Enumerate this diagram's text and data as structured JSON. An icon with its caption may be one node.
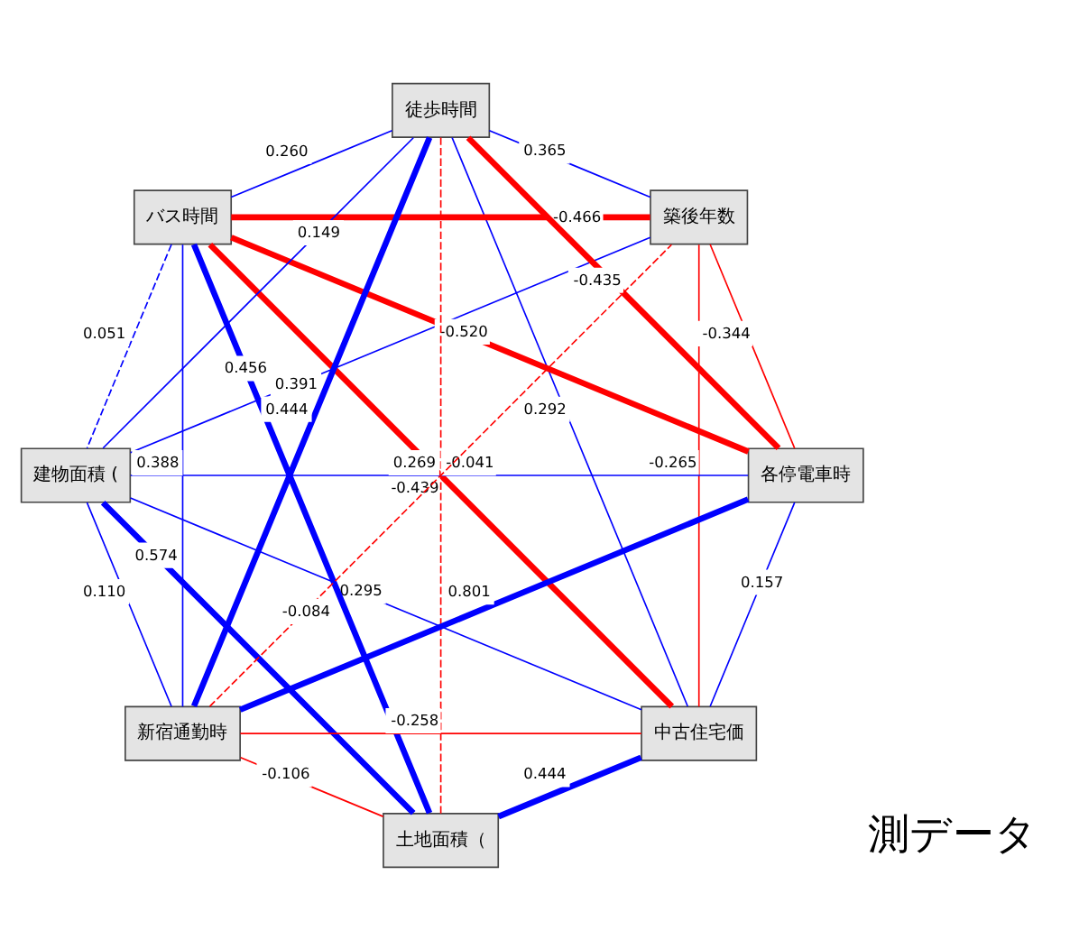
{
  "diagram": {
    "nodes": [
      {
        "text": [
          "中古住宅価"
        ]
      },
      {
        "text": [
          "土地面積（"
        ]
      },
      {
        "text": [
          "建物面積 ("
        ]
      },
      {
        "text": [
          "築後年数"
        ]
      },
      {
        "text": [
          "各停電車時"
        ]
      },
      {
        "text": [
          "バス時間"
        ]
      },
      {
        "text": [
          "徒歩時間"
        ]
      },
      {
        "text": [
          "新宿通勤時"
        ]
      }
    ],
    "edges": [
      {
        "from": 0,
        "to": 1,
        "arrow": "none",
        "label": "0.444",
        "style": "thick",
        "color": "#0000ff"
      },
      {
        "from": 1,
        "to": 2,
        "arrow": "none",
        "label": "0.574",
        "style": "thick",
        "color": "#0000ff"
      },
      {
        "from": 2,
        "to": 3,
        "arrow": "none",
        "label": "0.391",
        "color": "#0000ff"
      },
      {
        "from": 3,
        "to": 4,
        "arrow": "none",
        "label": "-0.344",
        "color": "#ff0000"
      },
      {
        "from": 4,
        "to": 5,
        "arrow": "none",
        "label": "-0.520",
        "style": "thick",
        "color": "#ff0000"
      },
      {
        "from": 5,
        "to": 6,
        "arrow": "none",
        "label": "0.260",
        "color": "#0000ff"
      },
      {
        "from": 6,
        "to": 7,
        "arrow": "none",
        "label": "0.444",
        "style": "thick",
        "color": "#0000ff"
      },
      {
        "from": 7,
        "to": 0,
        "arrow": "none",
        "label": "-0.258",
        "color": "#ff0000"
      },
      {
        "from": 0,
        "to": 6,
        "arrow": "none",
        "label": "0.292",
        "color": "#0000ff"
      },
      {
        "from": 0,
        "to": 5,
        "arrow": "none",
        "label": "-0.439",
        "style": "thick",
        "color": "#ff0000"
      },
      {
        "from": 0,
        "to": 4,
        "arrow": "none",
        "label": "0.157",
        "color": "#0000ff"
      },
      {
        "from": 0,
        "to": 3,
        "arrow": "none",
        "label": "-0.265",
        "color": "#ff0000"
      },
      {
        "from": 0,
        "to": 2,
        "arrow": "none",
        "label": "0.295",
        "color": "#0000ff"
      },
      {
        "from": 7,
        "to": 1,
        "arrow": "none",
        "label": "-0.106",
        "color": "#ff0000"
      },
      {
        "from": 7,
        "to": 2,
        "arrow": "none",
        "label": "0.110",
        "color": "#0000ff"
      },
      {
        "from": 7,
        "to": 3,
        "arrow": "none",
        "label": "-0.084",
        "style": "dashed",
        "color": "#ff0000"
      },
      {
        "from": 7,
        "to": 4,
        "arrow": "none",
        "label": "0.801",
        "style": "thick",
        "color": "#0000ff"
      },
      {
        "from": 7,
        "to": 5,
        "arrow": "none",
        "label": "0.388",
        "color": "#0000ff"
      },
      {
        "from": 6,
        "to": 1,
        "arrow": "none",
        "label": "-0.041",
        "style": "dashed",
        "color": "#ff0000"
      },
      {
        "from": 6,
        "to": 2,
        "arrow": "none",
        "label": "0.149",
        "color": "#0000ff"
      },
      {
        "from": 6,
        "to": 3,
        "arrow": "none",
        "label": "0.365",
        "color": "#0000ff"
      },
      {
        "from": 6,
        "to": 4,
        "arrow": "none",
        "label": "-0.435",
        "style": "thick",
        "color": "#ff0000"
      },
      {
        "from": 5,
        "to": 1,
        "arrow": "none",
        "label": "0.456",
        "style": "thick",
        "color": "#0000ff"
      },
      {
        "from": 5,
        "to": 2,
        "arrow": "none",
        "label": "0.051",
        "style": "dashed",
        "color": "#0000ff"
      },
      {
        "from": 5,
        "to": 3,
        "arrow": "none",
        "label": "-0.466",
        "style": "thick",
        "color": "#ff0000"
      },
      {
        "from": 4,
        "to": 2,
        "arrow": "none",
        "label": "0.269",
        "color": "#0000ff"
      }
    ],
    "labels": [
      "測データ"
    ]
  }
}
